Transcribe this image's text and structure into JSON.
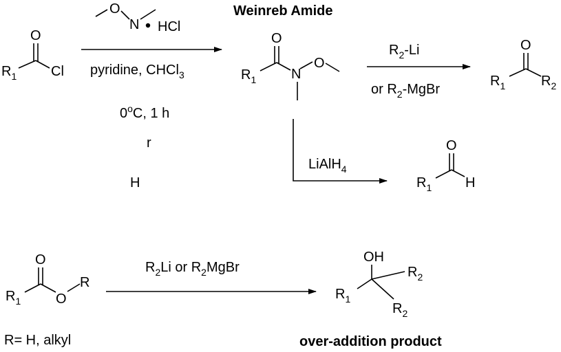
{
  "atoms": {
    "O": "O",
    "Cl": "Cl",
    "N": "N",
    "H": "H",
    "OH": "OH",
    "R": "R",
    "R1_main": "R",
    "R1_sub": "1",
    "R2_main": "R",
    "R2_sub": "2"
  },
  "top_reaction": {
    "reagent_salt": "HCl",
    "conditions_line1": "pyridine, CHCl",
    "conditions_line1_sub": "3",
    "temp_prefix": "0",
    "temp_sup": "o",
    "temp_suffix": "C, 1 h",
    "stray_r": "r",
    "stray_h": "H",
    "weinreb_title": "Weinreb Amide",
    "ketone_reagent_a_prefix": "R",
    "ketone_reagent_a_sub": "2",
    "ketone_reagent_a_suffix": "-Li",
    "ketone_reagent_b_prefix": "or R",
    "ketone_reagent_b_sub": "2",
    "ketone_reagent_b_suffix": "-MgBr",
    "reduction_reagent": "LiAlH",
    "reduction_reagent_sub": "4"
  },
  "bottom_reaction": {
    "reagent_a": "R",
    "reagent_a_sub": "2",
    "reagent_mid": "Li or R",
    "reagent_b_sub": "2",
    "reagent_end": "MgBr",
    "r_definition": "R= H, alkyl",
    "product_label": "over-addition product"
  }
}
